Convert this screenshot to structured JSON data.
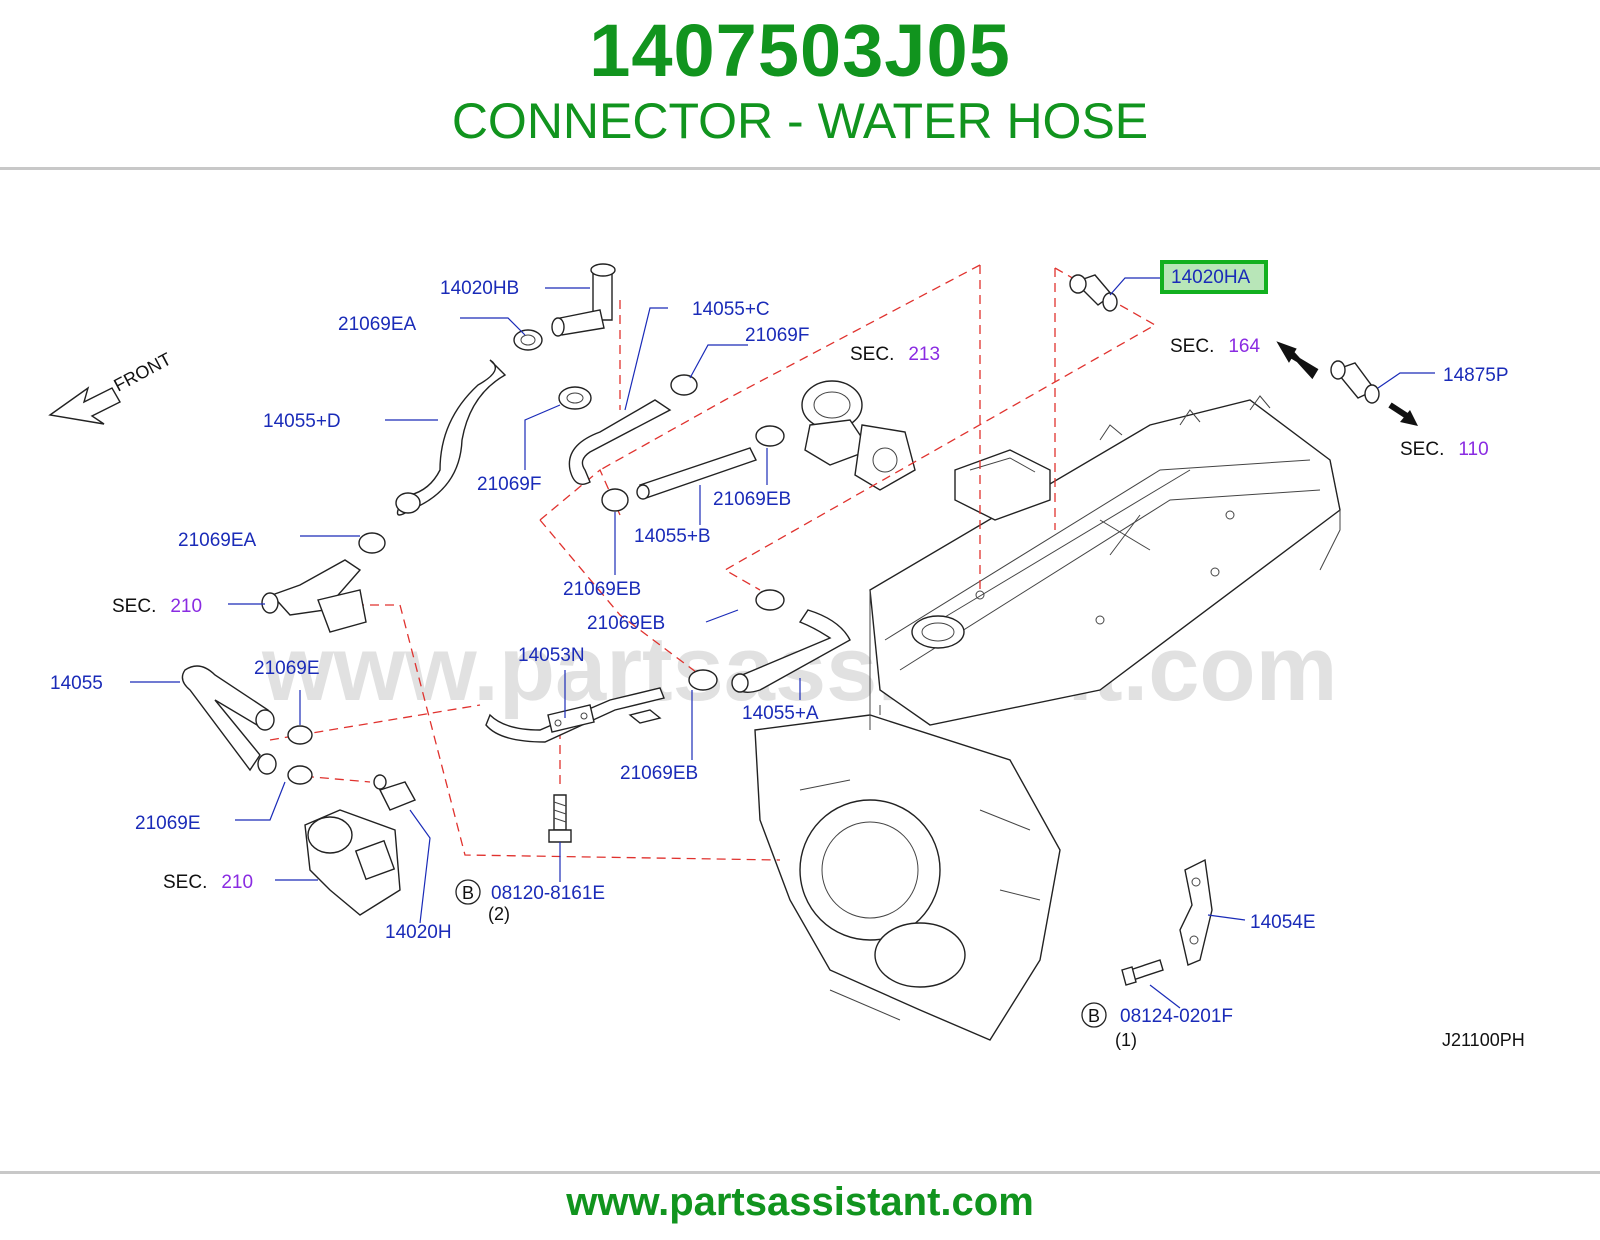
{
  "header": {
    "part_number": "1407503J05",
    "part_name": "CONNECTOR - WATER HOSE"
  },
  "footer": {
    "url": "www.partsassistant.com"
  },
  "watermark": "www.partsassistant.com",
  "colors": {
    "title_green": "#11941e",
    "label_blue": "#1a2bb8",
    "sec_purple": "#8a2be2",
    "dashed_red": "#e0322e",
    "highlight_green": "#12b01f"
  },
  "diagram": {
    "front_label": "FRONT",
    "drawing_code": "J21100PH",
    "highlighted_part": "14020HA",
    "part_labels": {
      "p14020HB": "14020HB",
      "p21069EA_top": "21069EA",
      "p14055C": "14055+C",
      "p21069F_top": "21069F",
      "p14055D": "14055+D",
      "p21069F_low": "21069F",
      "p21069EB_a": "21069EB",
      "p14055B": "14055+B",
      "p21069EA_low": "21069EA",
      "p21069EB_b": "21069EB",
      "p21069EB_c": "21069EB",
      "p14053N": "14053N",
      "p14055": "14055",
      "p21069E_top": "21069E",
      "p14055A": "14055+A",
      "p21069EB_d": "21069EB",
      "p21069E_low": "21069E",
      "p14020H": "14020H",
      "p14020HA": "14020HA",
      "p14875P": "14875P",
      "p14054E": "14054E"
    },
    "sections": [
      {
        "prefix": "SEC.",
        "number": "213"
      },
      {
        "prefix": "SEC.",
        "number": "164"
      },
      {
        "prefix": "SEC.",
        "number": "110"
      },
      {
        "prefix": "SEC.",
        "number": "210"
      },
      {
        "prefix": "SEC.",
        "number": "210"
      }
    ],
    "bolts": [
      {
        "marker": "B",
        "part": "08120-8161E",
        "qty": "(2)"
      },
      {
        "marker": "B",
        "part": "08124-0201F",
        "qty": "(1)"
      }
    ]
  }
}
